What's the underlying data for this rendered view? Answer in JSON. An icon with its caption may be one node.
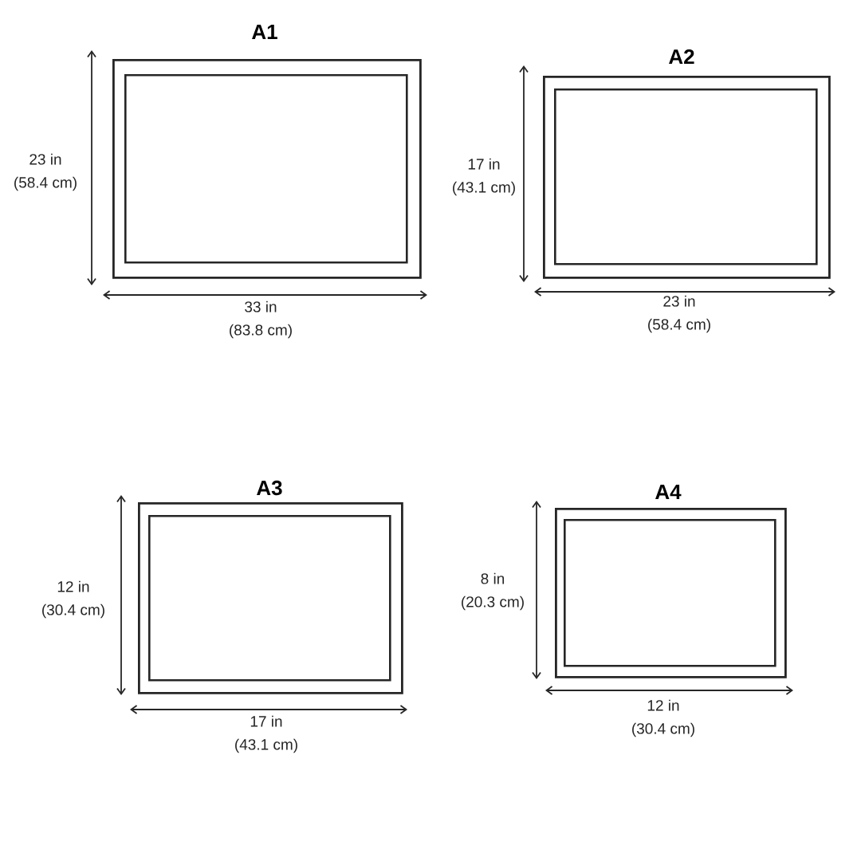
{
  "diagram": {
    "nodes": [
      {
        "text": [
          "A1"
        ]
      },
      {
        "text": [],
        "shape": "box",
        "in": 0
      },
      {
        "text": [
          "A2"
        ]
      },
      {
        "text": [],
        "shape": "box",
        "in": 2
      },
      {
        "text": [
          "A3"
        ]
      },
      {
        "text": [],
        "shape": "box",
        "in": 4
      },
      {
        "text": [
          "A4"
        ]
      },
      {
        "text": [],
        "shape": "box",
        "in": 6
      }
    ],
    "labels": [
      "23 in (58.4 cm)",
      "17 in (43.1 cm)",
      "33 in (83.8 cm)",
      "23 in (58.4 cm)",
      "12 in (30.4 cm)",
      "8 in (20.3 cm)",
      "17 in (43.1 cm)",
      "12 in (30.4 cm)"
    ]
  }
}
